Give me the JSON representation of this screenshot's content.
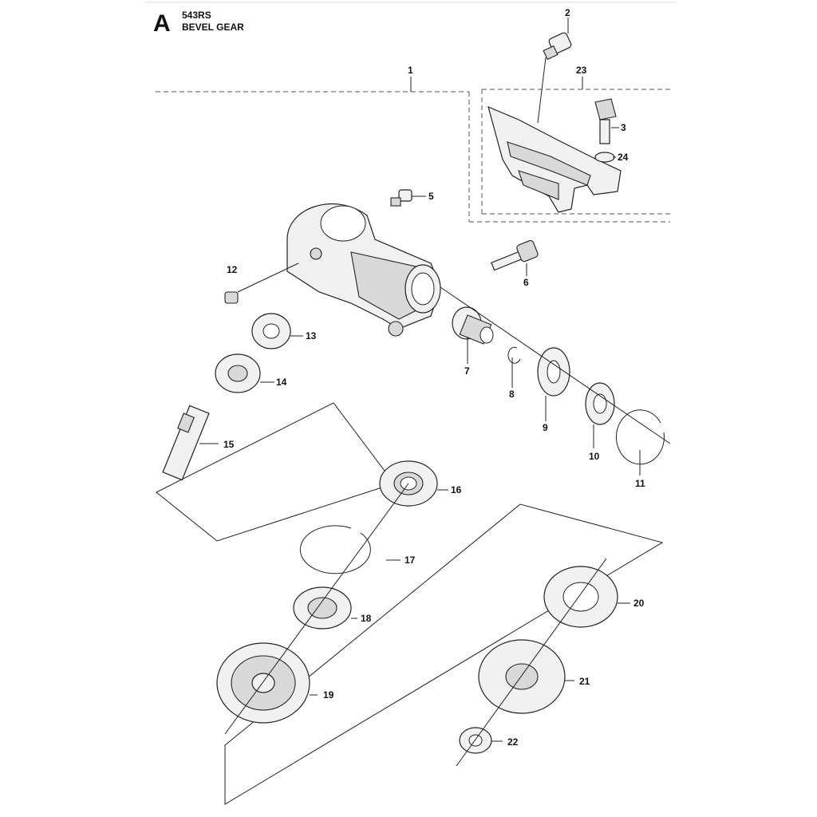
{
  "header": {
    "section_letter": "A",
    "model": "543RS",
    "title": "BEVEL GEAR"
  },
  "callouts": [
    {
      "id": "1",
      "label": "1"
    },
    {
      "id": "2",
      "label": "2"
    },
    {
      "id": "3",
      "label": "3"
    },
    {
      "id": "5",
      "label": "5"
    },
    {
      "id": "6",
      "label": "6"
    },
    {
      "id": "7",
      "label": "7"
    },
    {
      "id": "8",
      "label": "8"
    },
    {
      "id": "9",
      "label": "9"
    },
    {
      "id": "10",
      "label": "10"
    },
    {
      "id": "11",
      "label": "11"
    },
    {
      "id": "12",
      "label": "12"
    },
    {
      "id": "13",
      "label": "13"
    },
    {
      "id": "14",
      "label": "14"
    },
    {
      "id": "15",
      "label": "15"
    },
    {
      "id": "16",
      "label": "16"
    },
    {
      "id": "17",
      "label": "17"
    },
    {
      "id": "18",
      "label": "18"
    },
    {
      "id": "19",
      "label": "19"
    },
    {
      "id": "20",
      "label": "20"
    },
    {
      "id": "21",
      "label": "21"
    },
    {
      "id": "22",
      "label": "22"
    },
    {
      "id": "23",
      "label": "23"
    },
    {
      "id": "24",
      "label": "24"
    }
  ]
}
